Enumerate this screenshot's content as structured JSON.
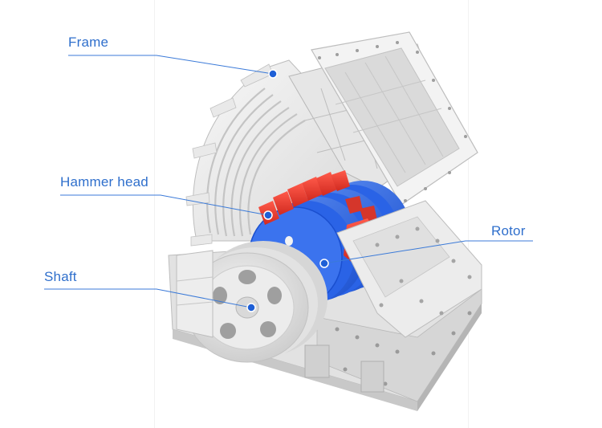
{
  "labels": {
    "frame": "Frame",
    "hammer_head": "Hammer head",
    "rotor": "Rotor",
    "shaft": "Shaft"
  },
  "colors": {
    "label": "#2f6fcc",
    "leader_line": "#3b7ad8",
    "dot": "#1e5fd6",
    "hammer_red": "#e8392f",
    "rotor_blue": "#1f5fe0",
    "steel": "#ececec",
    "steel_shadow": "#cfcfcf",
    "liner": "#d8d8d8"
  }
}
